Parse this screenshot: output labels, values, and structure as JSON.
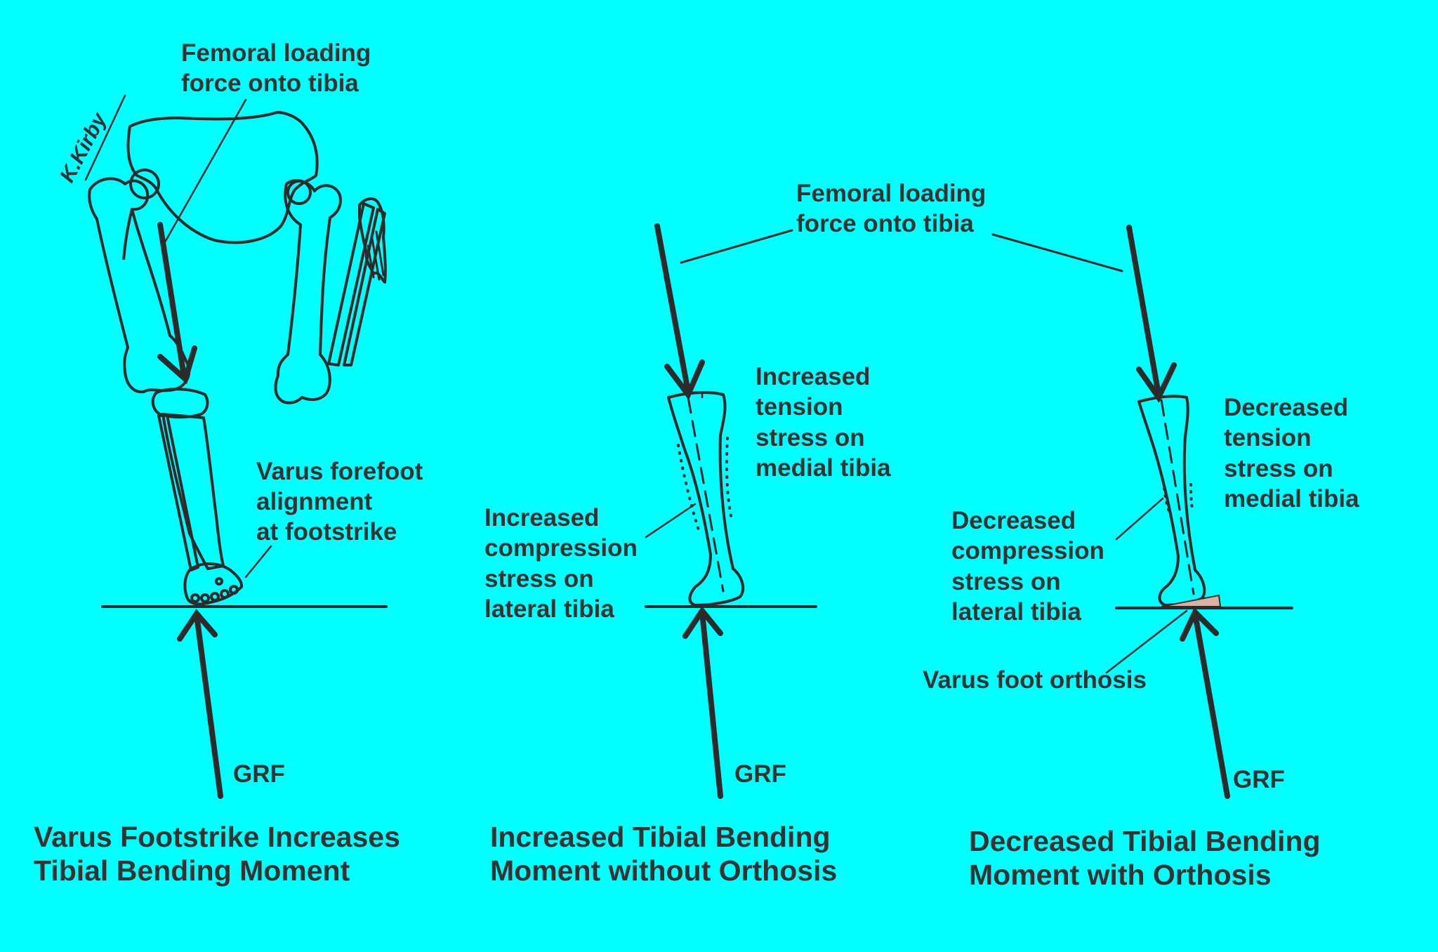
{
  "colors": {
    "background": "#00ffff",
    "ink": "#2b2b2b",
    "orthosis": "#d9b2a6"
  },
  "signature": "K.Kirby",
  "panel_left": {
    "femoral_label": [
      "Femoral loading",
      "force onto tibia"
    ],
    "varus_label": [
      "Varus forefoot",
      "alignment",
      "at footstrike"
    ],
    "grf_label": "GRF",
    "caption": [
      "Varus Footstrike Increases",
      "Tibial Bending Moment"
    ]
  },
  "shared_femoral_label": [
    "Femoral loading",
    "force onto tibia"
  ],
  "panel_middle": {
    "tension_label": [
      "Increased",
      "tension",
      "stress on",
      "medial tibia"
    ],
    "compression_label": [
      "Increased",
      "compression",
      "stress on",
      "lateral tibia"
    ],
    "grf_label": "GRF",
    "caption": [
      "Increased Tibial Bending",
      "Moment without Orthosis"
    ]
  },
  "panel_right": {
    "tension_label": [
      "Decreased",
      "tension",
      "stress on",
      "medial tibia"
    ],
    "compression_label": [
      "Decreased",
      "compression",
      "stress on",
      "lateral tibia"
    ],
    "orthosis_label": "Varus foot orthosis",
    "grf_label": "GRF",
    "caption": [
      "Decreased Tibial Bending",
      "Moment with Orthosis"
    ]
  }
}
